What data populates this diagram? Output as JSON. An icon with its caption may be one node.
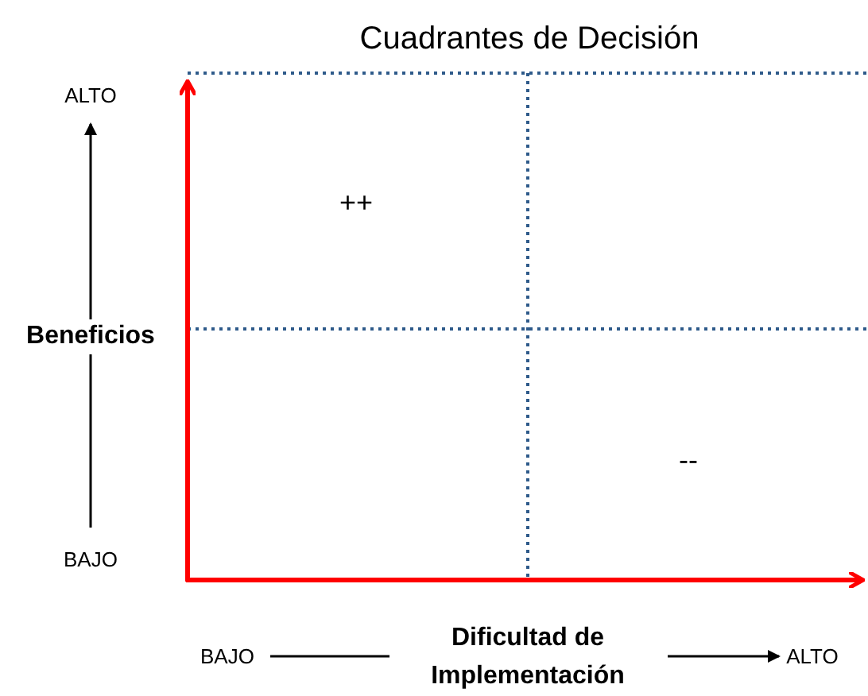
{
  "diagram": {
    "title": "Cuadrantes de Decisión",
    "labels": [
      "ALTO",
      "Beneficios",
      "BAJO",
      "++",
      "--",
      "BAJO",
      "Dificultad de Implementación",
      "ALTO"
    ]
  }
}
